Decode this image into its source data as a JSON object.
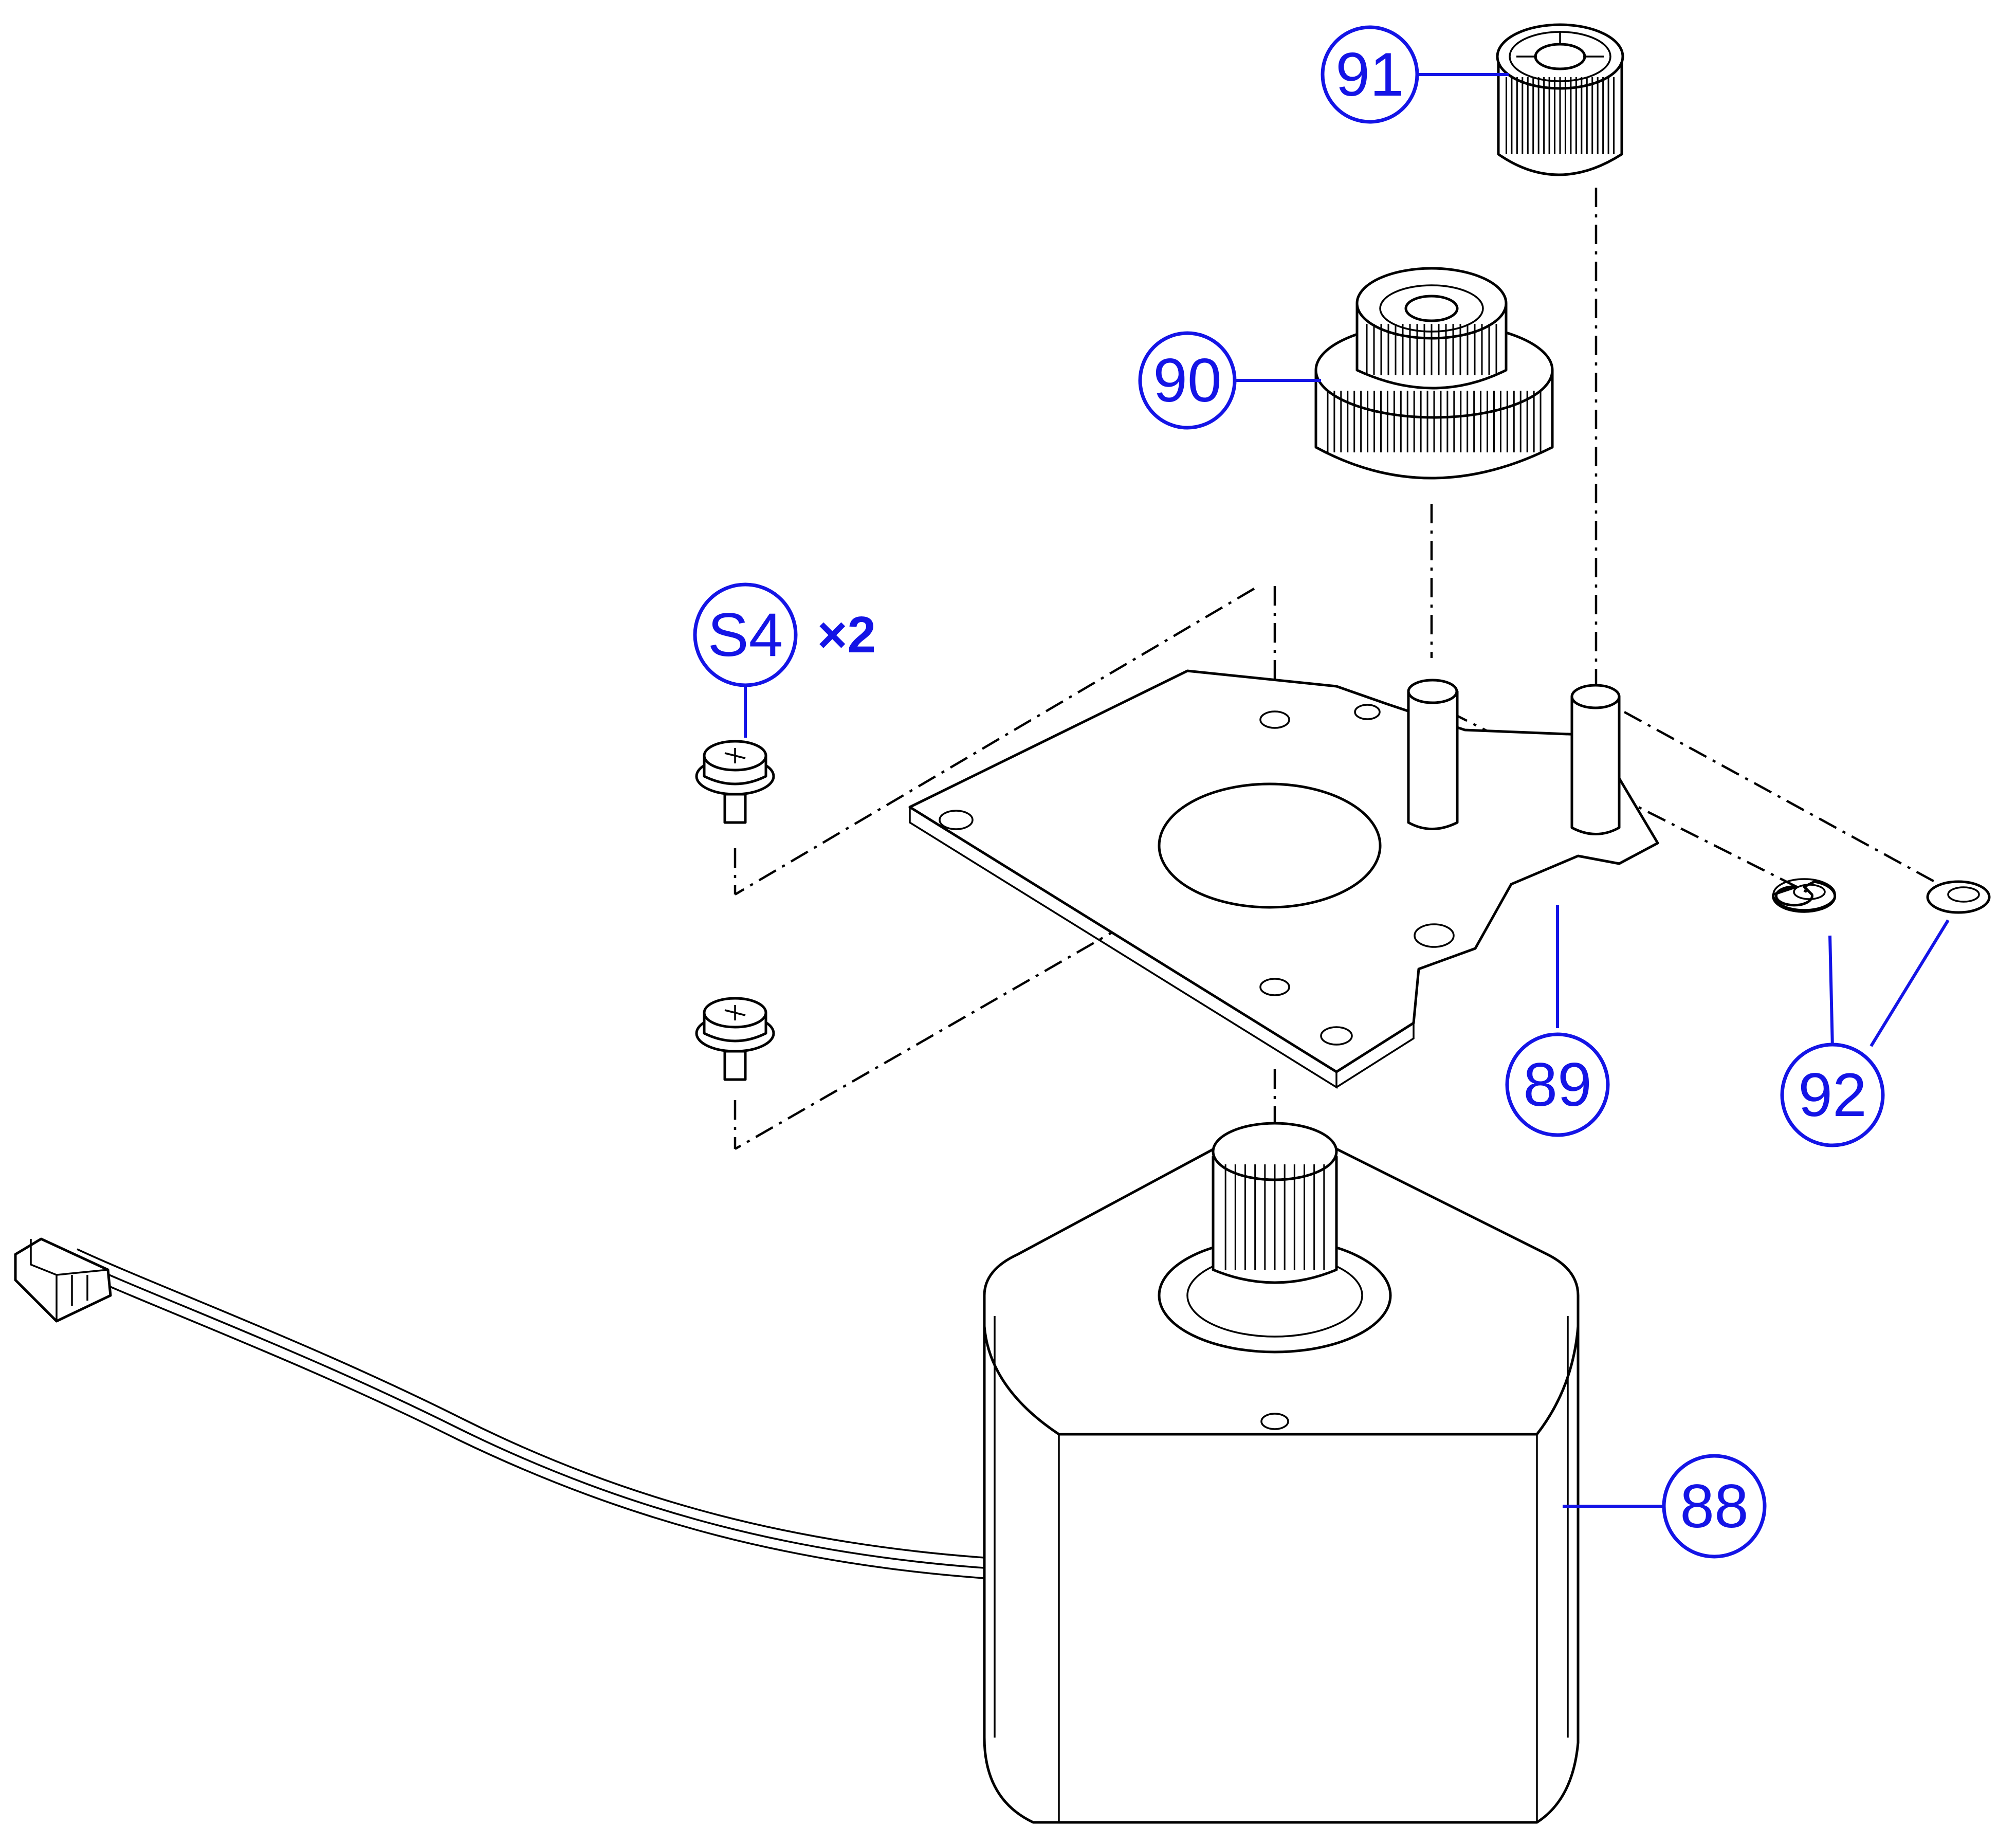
{
  "colors": {
    "callout": "#1414e6",
    "line": "#000000",
    "background": "#ffffff"
  },
  "callouts": {
    "c88": "88",
    "c89": "89",
    "c90": "90",
    "c91": "91",
    "c92": "92",
    "s4": "S4",
    "s4_qty": "×2"
  }
}
